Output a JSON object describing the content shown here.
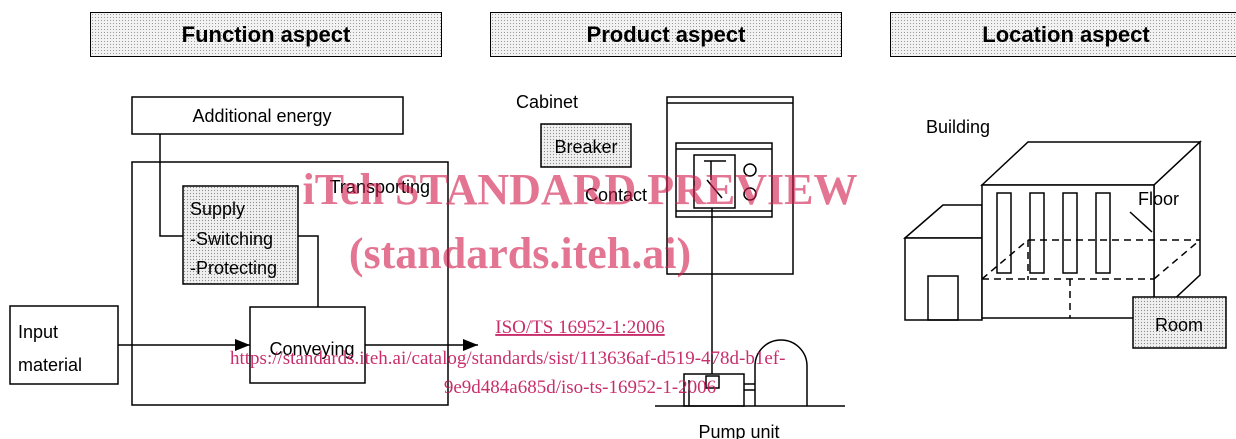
{
  "headers": {
    "function": "Function aspect",
    "product": "Product aspect",
    "location": "Location aspect"
  },
  "function_aspect": {
    "additional_energy": "Additional energy",
    "transporting": "Transporting",
    "supply_line1": "Supply",
    "supply_line2": "-Switching",
    "supply_line3": "-Protecting",
    "input_line1": "Input",
    "input_line2": "material",
    "conveying": "Conveying"
  },
  "product_aspect": {
    "cabinet": "Cabinet",
    "breaker": "Breaker",
    "contact": "Contact",
    "pump_unit": "Pump unit"
  },
  "location_aspect": {
    "building": "Building",
    "floor": "Floor",
    "room": "Room"
  },
  "watermark": {
    "title": "iTeh STANDARD PREVIEW",
    "site": "(standards.iteh.ai)",
    "doc_id": "ISO/TS 16952-1:2006",
    "url_line1": "https://standards.iteh.ai/catalog/standards/sist/113636af-d519-478d-b1ef-",
    "url_line2": "9e9d484a685d/iso-ts-16952-1-2006"
  },
  "colors": {
    "watermark": "#d11a4a",
    "header_fill": "#f2f2f2"
  }
}
